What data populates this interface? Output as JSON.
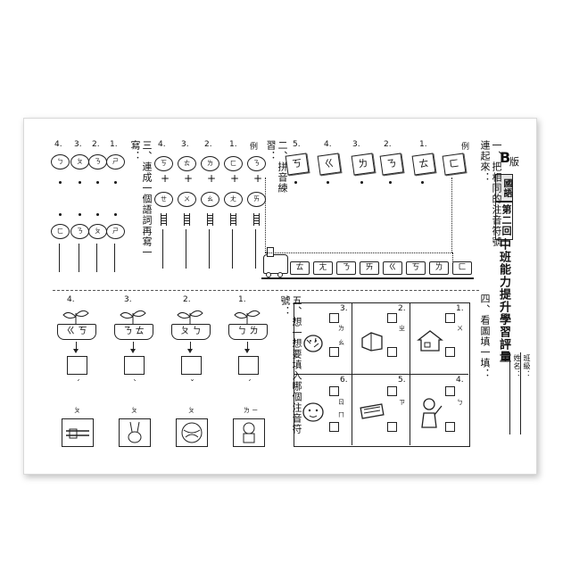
{
  "header": {
    "b_logo": "B",
    "edition": "版",
    "subject": "國語",
    "session": "第二回",
    "title": "中班能力提升學習評量",
    "class_label": "班級：",
    "name_label": "姓名："
  },
  "section1": {
    "heading": "一、把相同的注音符號連起來：",
    "example_label": "例",
    "nums": [
      "1.",
      "2.",
      "3.",
      "4.",
      "5."
    ],
    "top_cards": [
      "ㄈ",
      "ㄊ",
      "ㄋ",
      "ㄌ",
      "ㄍ",
      "ㄎ"
    ],
    "train_cars": [
      "ㄈ",
      "ㄌ",
      "ㄎ",
      "ㄍ",
      "ㄞ",
      "ㄋ",
      "ㄤ",
      "ㄊ"
    ]
  },
  "section2": {
    "heading": "二、拼音練習：",
    "example_label": "例",
    "nums": [
      "1.",
      "2.",
      "3.",
      "4."
    ],
    "top": [
      "ㄋ",
      "ㄈ",
      "ㄌ",
      "ㄊ",
      "ㄎ"
    ],
    "bottom": [
      "ㄞ",
      "ㄤ",
      "ㄠ",
      "ㄨ",
      "ㄝ"
    ]
  },
  "section3": {
    "heading": "三、連成一個語詞再寫一寫：",
    "nums": [
      "1.",
      "2.",
      "3.",
      "4."
    ],
    "top": [
      "ㄕ",
      "ㄋ",
      "ㄆ",
      "ㄅ"
    ],
    "bottom": [
      "ㄕ",
      "ㄆ",
      "ㄋ",
      "ㄈ"
    ]
  },
  "section4": {
    "heading": "四、看圖填一填：",
    "nums": [
      "1.",
      "2.",
      "3.",
      "4.",
      "5.",
      "6."
    ],
    "hints": [
      "ㄨ",
      "ㄓ",
      "ㄌ",
      "ㄠ",
      "ㄅ",
      "ㄗ",
      "ㄖ",
      "ㄇ"
    ]
  },
  "section5": {
    "heading": "五、想一想要填入哪個注音符號：",
    "nums": [
      "1.",
      "2.",
      "3.",
      "4."
    ],
    "pots": [
      "ㄅ ㄌ",
      "ㄆ ㄅ",
      "ㄋ ㄊ",
      "ㄍ ㄎ"
    ],
    "tones": [
      "ˊ",
      "ˇ",
      "ˋ",
      "ˊ"
    ],
    "pic_labels": [
      "ㄌ ㄧ",
      "ㄆ",
      "ㄆ",
      "ㄆ"
    ]
  }
}
